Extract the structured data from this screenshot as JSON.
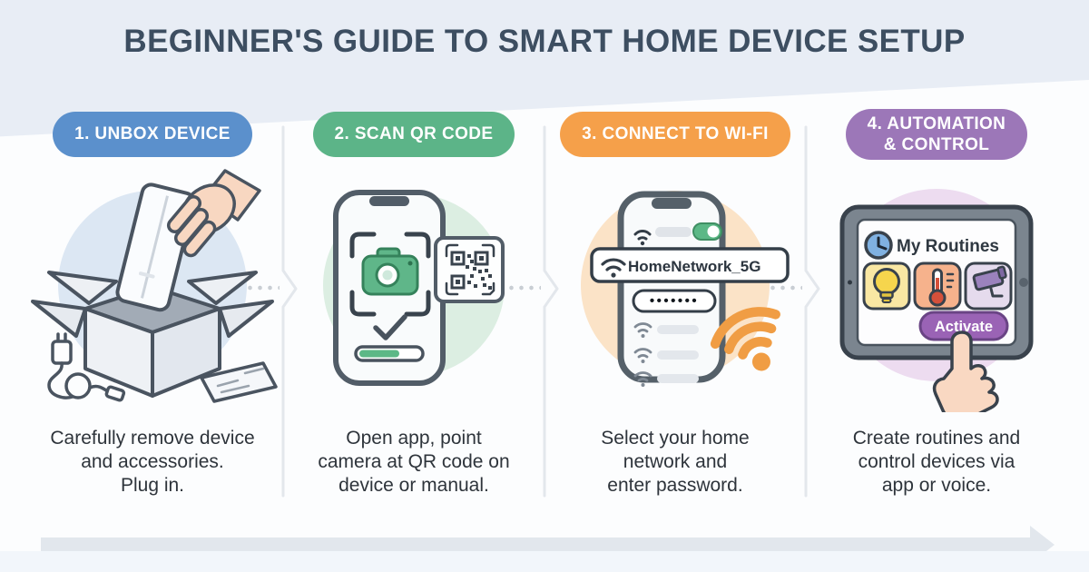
{
  "title": "BEGINNER'S GUIDE TO SMART HOME DEVICE SETUP",
  "steps": [
    {
      "label": "1. UNBOX DEVICE",
      "description": "Carefully remove device\nand accessories.\nPlug in.",
      "illustration": "hand-lifting-smart-device-from-open-box",
      "icons": [
        "open-box",
        "smart-device",
        "hand",
        "power-plug-cable",
        "manual-leaflet"
      ]
    },
    {
      "label": "2. SCAN QR CODE",
      "description": "Open app, point\ncamera at QR code on\ndevice or manual.",
      "illustration": "phone-camera-scanning-qr-code",
      "icons": [
        "smartphone",
        "camera",
        "viewfinder-frame",
        "checkmark",
        "progress-bar",
        "qr-code-card"
      ],
      "scan_progress_percent": 60
    },
    {
      "label": "3. CONNECT TO WI-FI",
      "description": "Select your home\nnetwork and\nenter password.",
      "illustration": "phone-wifi-network-list",
      "icons": [
        "smartphone",
        "wifi",
        "toggle-on",
        "password-field",
        "wifi-signal"
      ],
      "network_name": "HomeNetwork_5G",
      "password_mask": "•••••••",
      "wifi_toggle": "on"
    },
    {
      "label": "4. AUTOMATION\n& CONTROL",
      "description": "Create routines and\ncontrol devices via\napp or voice.",
      "illustration": "tablet-routines-app-with-tapping-finger",
      "icons": [
        "tablet",
        "clock",
        "light-bulb",
        "thermostat",
        "security-camera",
        "pointer-hand"
      ],
      "routines_title": "My Routines",
      "activate_label": "Activate"
    }
  ],
  "colors": {
    "step1": "#5b90cc",
    "step2": "#5cb488",
    "step3": "#f5a04a",
    "step4": "#9c77b8",
    "circle1": "#dce7f3",
    "circle2": "#dceee2",
    "circle3": "#fbe3c7",
    "circle4": "#eddcf0",
    "band": "#e8edf5",
    "page_bg": "#fcfdfe",
    "title_text": "#3d4e61",
    "body_text": "#2e343b",
    "outline": "#4a5460",
    "divider": "#e3e7ec",
    "dots": "#c9ced4",
    "arrow": "#e2e7ed",
    "footer": "#f2f6fb",
    "wifi_orange": "#f09d44",
    "green_ui": "#5cb886",
    "activate_purple": "#9a63b5"
  },
  "footer_arrow": {
    "direction": "right"
  }
}
